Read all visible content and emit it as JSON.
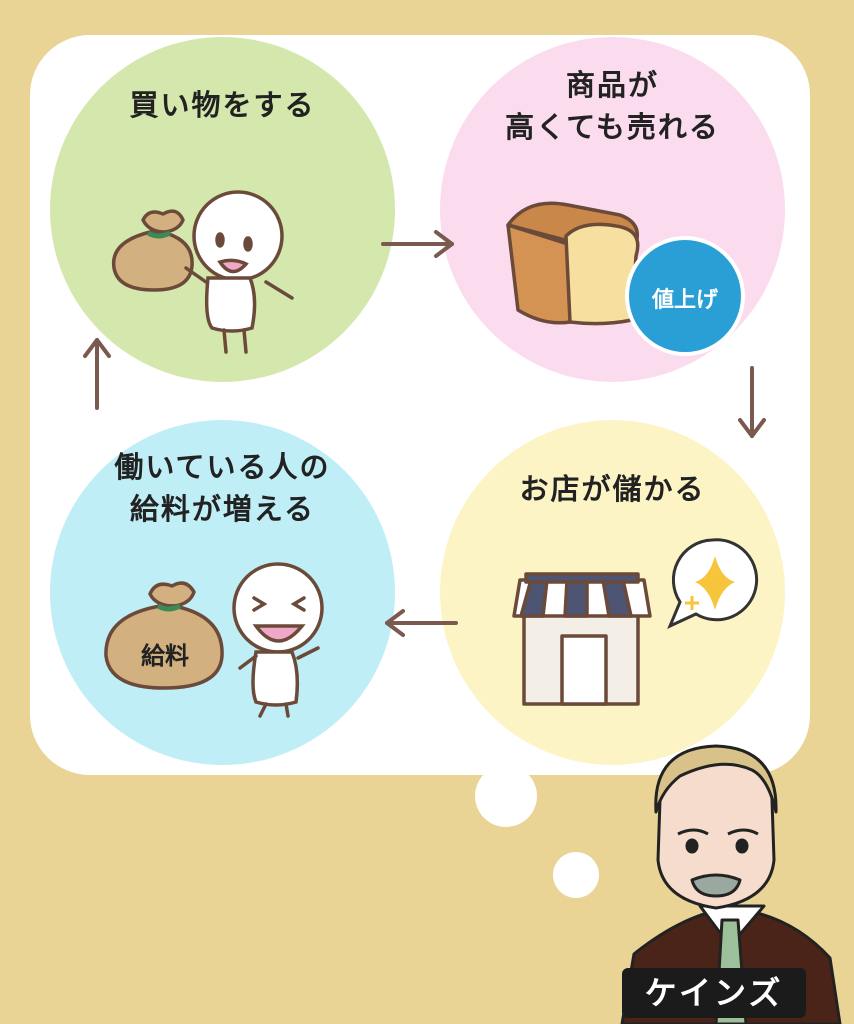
{
  "colors": {
    "background": "#e9d495",
    "bubble": "#ffffff",
    "buy_circle": "#d4e7ad",
    "price_circle": "#fbdcee",
    "work_circle": "#bfeef7",
    "shop_circle": "#fdf4c5",
    "arrow": "#7a5a4e",
    "badge": "#2a9fd6"
  },
  "cycle": {
    "buy": {
      "label_line1": "買い物をする"
    },
    "price": {
      "label_line1": "商品が",
      "label_line2": "高くても売れる",
      "badge": "値上げ"
    },
    "shop": {
      "label_line1": "お店が儲かる"
    },
    "work": {
      "label_line1": "働いている人の",
      "label_line2": "給料が増える",
      "bag_label": "給料"
    }
  },
  "icons": [
    "money-bag-icon",
    "bread-icon",
    "shop-icon",
    "sparkle-icon",
    "arrow-right-icon",
    "arrow-down-icon",
    "arrow-left-icon",
    "arrow-up-icon"
  ],
  "character": {
    "name": "ケインズ"
  }
}
